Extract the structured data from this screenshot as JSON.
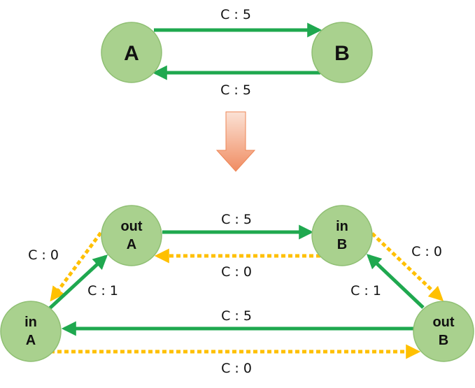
{
  "colors": {
    "node_fill": "#a9d18e",
    "node_stroke": "#8fbf73",
    "capacity_edge": "#1fa84f",
    "zero_edge": "#ffc000",
    "transform_arrow_top": "#fbe2d5",
    "transform_arrow_bottom": "#f08c62"
  },
  "top": {
    "nodes": {
      "a": "A",
      "b": "B"
    },
    "edges": {
      "a_to_b": "C : 5",
      "b_to_a": "C : 5"
    }
  },
  "bottom": {
    "nodes": {
      "out_a": [
        "out",
        "A"
      ],
      "in_b": [
        "in",
        "B"
      ],
      "in_a": [
        "in",
        "A"
      ],
      "out_b": [
        "out",
        "B"
      ]
    },
    "edges": {
      "out_a_to_in_b": "C : 5",
      "in_b_to_out_a": "C : 0",
      "out_a_to_in_a": "C : 0",
      "in_a_to_out_a": "C : 1",
      "in_b_to_out_b": "C : 0",
      "out_b_to_in_b": "C : 1",
      "out_b_to_in_a": "C : 5",
      "in_a_to_out_b": "C : 0"
    }
  }
}
